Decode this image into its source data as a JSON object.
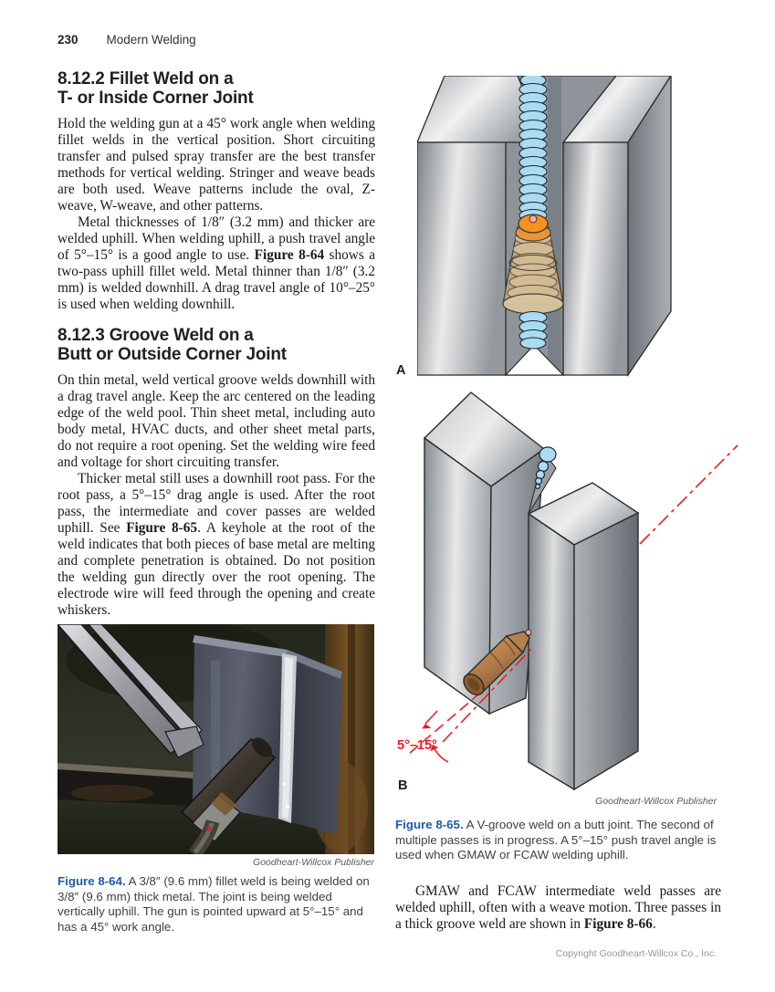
{
  "header": {
    "page_number": "230",
    "book_title": "Modern Welding"
  },
  "sections": [
    {
      "heading_line1": "8.12.2 Fillet Weld on a",
      "heading_line2": "T- or Inside Corner Joint",
      "paragraphs": [
        {
          "runs": [
            {
              "t": "Hold the welding gun at a 45° work angle when welding fillet welds in the vertical position. Short circuiting transfer and pulsed spray transfer are the best transfer methods for vertical welding. Stringer and weave beads are both used. Weave patterns include the oval, Z-weave, W-weave, and other patterns."
            }
          ]
        },
        {
          "runs": [
            {
              "t": "Metal thicknesses of 1/8″ (3.2 mm) and thicker are welded uphill. When welding uphill, a push travel angle of 5°–15° is a good angle to use. "
            },
            {
              "t": "Figure 8-64",
              "b": true
            },
            {
              "t": " shows a two-pass uphill fillet weld. Metal thinner than 1/8″ (3.2 mm) is welded downhill. A drag travel angle of 10°–25° is used when welding downhill."
            }
          ]
        }
      ]
    },
    {
      "heading_line1": "8.12.3 Groove Weld on a",
      "heading_line2": "Butt or Outside Corner Joint",
      "paragraphs": [
        {
          "runs": [
            {
              "t": "On thin metal, weld vertical groove welds downhill with a drag travel angle. Keep the arc centered on the leading edge of the weld pool. Thin sheet metal, including auto body metal, HVAC ducts, and other sheet metal parts, do not require a root opening. Set the welding wire feed and voltage for short circuiting transfer."
            }
          ]
        },
        {
          "runs": [
            {
              "t": "Thicker metal still uses a downhill root pass. For the root pass, a 5°–15° drag angle is used. After the root pass, the intermediate and cover passes are welded uphill. See "
            },
            {
              "t": "Figure 8-65",
              "b": true
            },
            {
              "t": ". A keyhole at the root of the weld indicates that both pieces of base metal are melting and complete penetration is obtained. Do not position the welding gun directly over the root opening. The electrode wire will feed through the opening and create whiskers."
            }
          ]
        }
      ]
    }
  ],
  "figure64": {
    "credit": "Goodheart-Willcox Publisher",
    "label": "Figure 8-64.",
    "caption": "A 3/8″ (9.6 mm) fillet weld is being welded on 3/8″ (9.6 mm) thick metal. The joint is being welded vertically uphill. The gun is pointed upward at 5°–15° and has a 45° work angle."
  },
  "figure65": {
    "panel_a_label": "A",
    "panel_b_label": "B",
    "angle_annotation": "5°–15°",
    "credit": "Goodheart-Willcox Publisher",
    "label": "Figure 8-65.",
    "caption": "A V-groove weld on a butt joint. The second of multiple passes is in progress. A 5°–15° push travel angle is used when GMAW or FCAW welding uphill."
  },
  "closing_paragraph": {
    "runs": [
      {
        "t": "GMAW and FCAW intermediate weld passes are welded uphill, often with a weave motion. Three passes in a thick groove weld are shown in "
      },
      {
        "t": "Figure 8-66",
        "b": true
      },
      {
        "t": "."
      }
    ]
  },
  "footer": {
    "copyright": "Copyright Goodheart-Willcox Co., Inc."
  },
  "colors": {
    "figure_label_blue": "#1f5aa8",
    "annotation_red": "#ed1c24",
    "weld_bead_blue": "#a9dcf2",
    "nozzle_tan": "#c9a77d",
    "nozzle_copper": "#b5804e",
    "nozzle_orange": "#f6921e"
  }
}
